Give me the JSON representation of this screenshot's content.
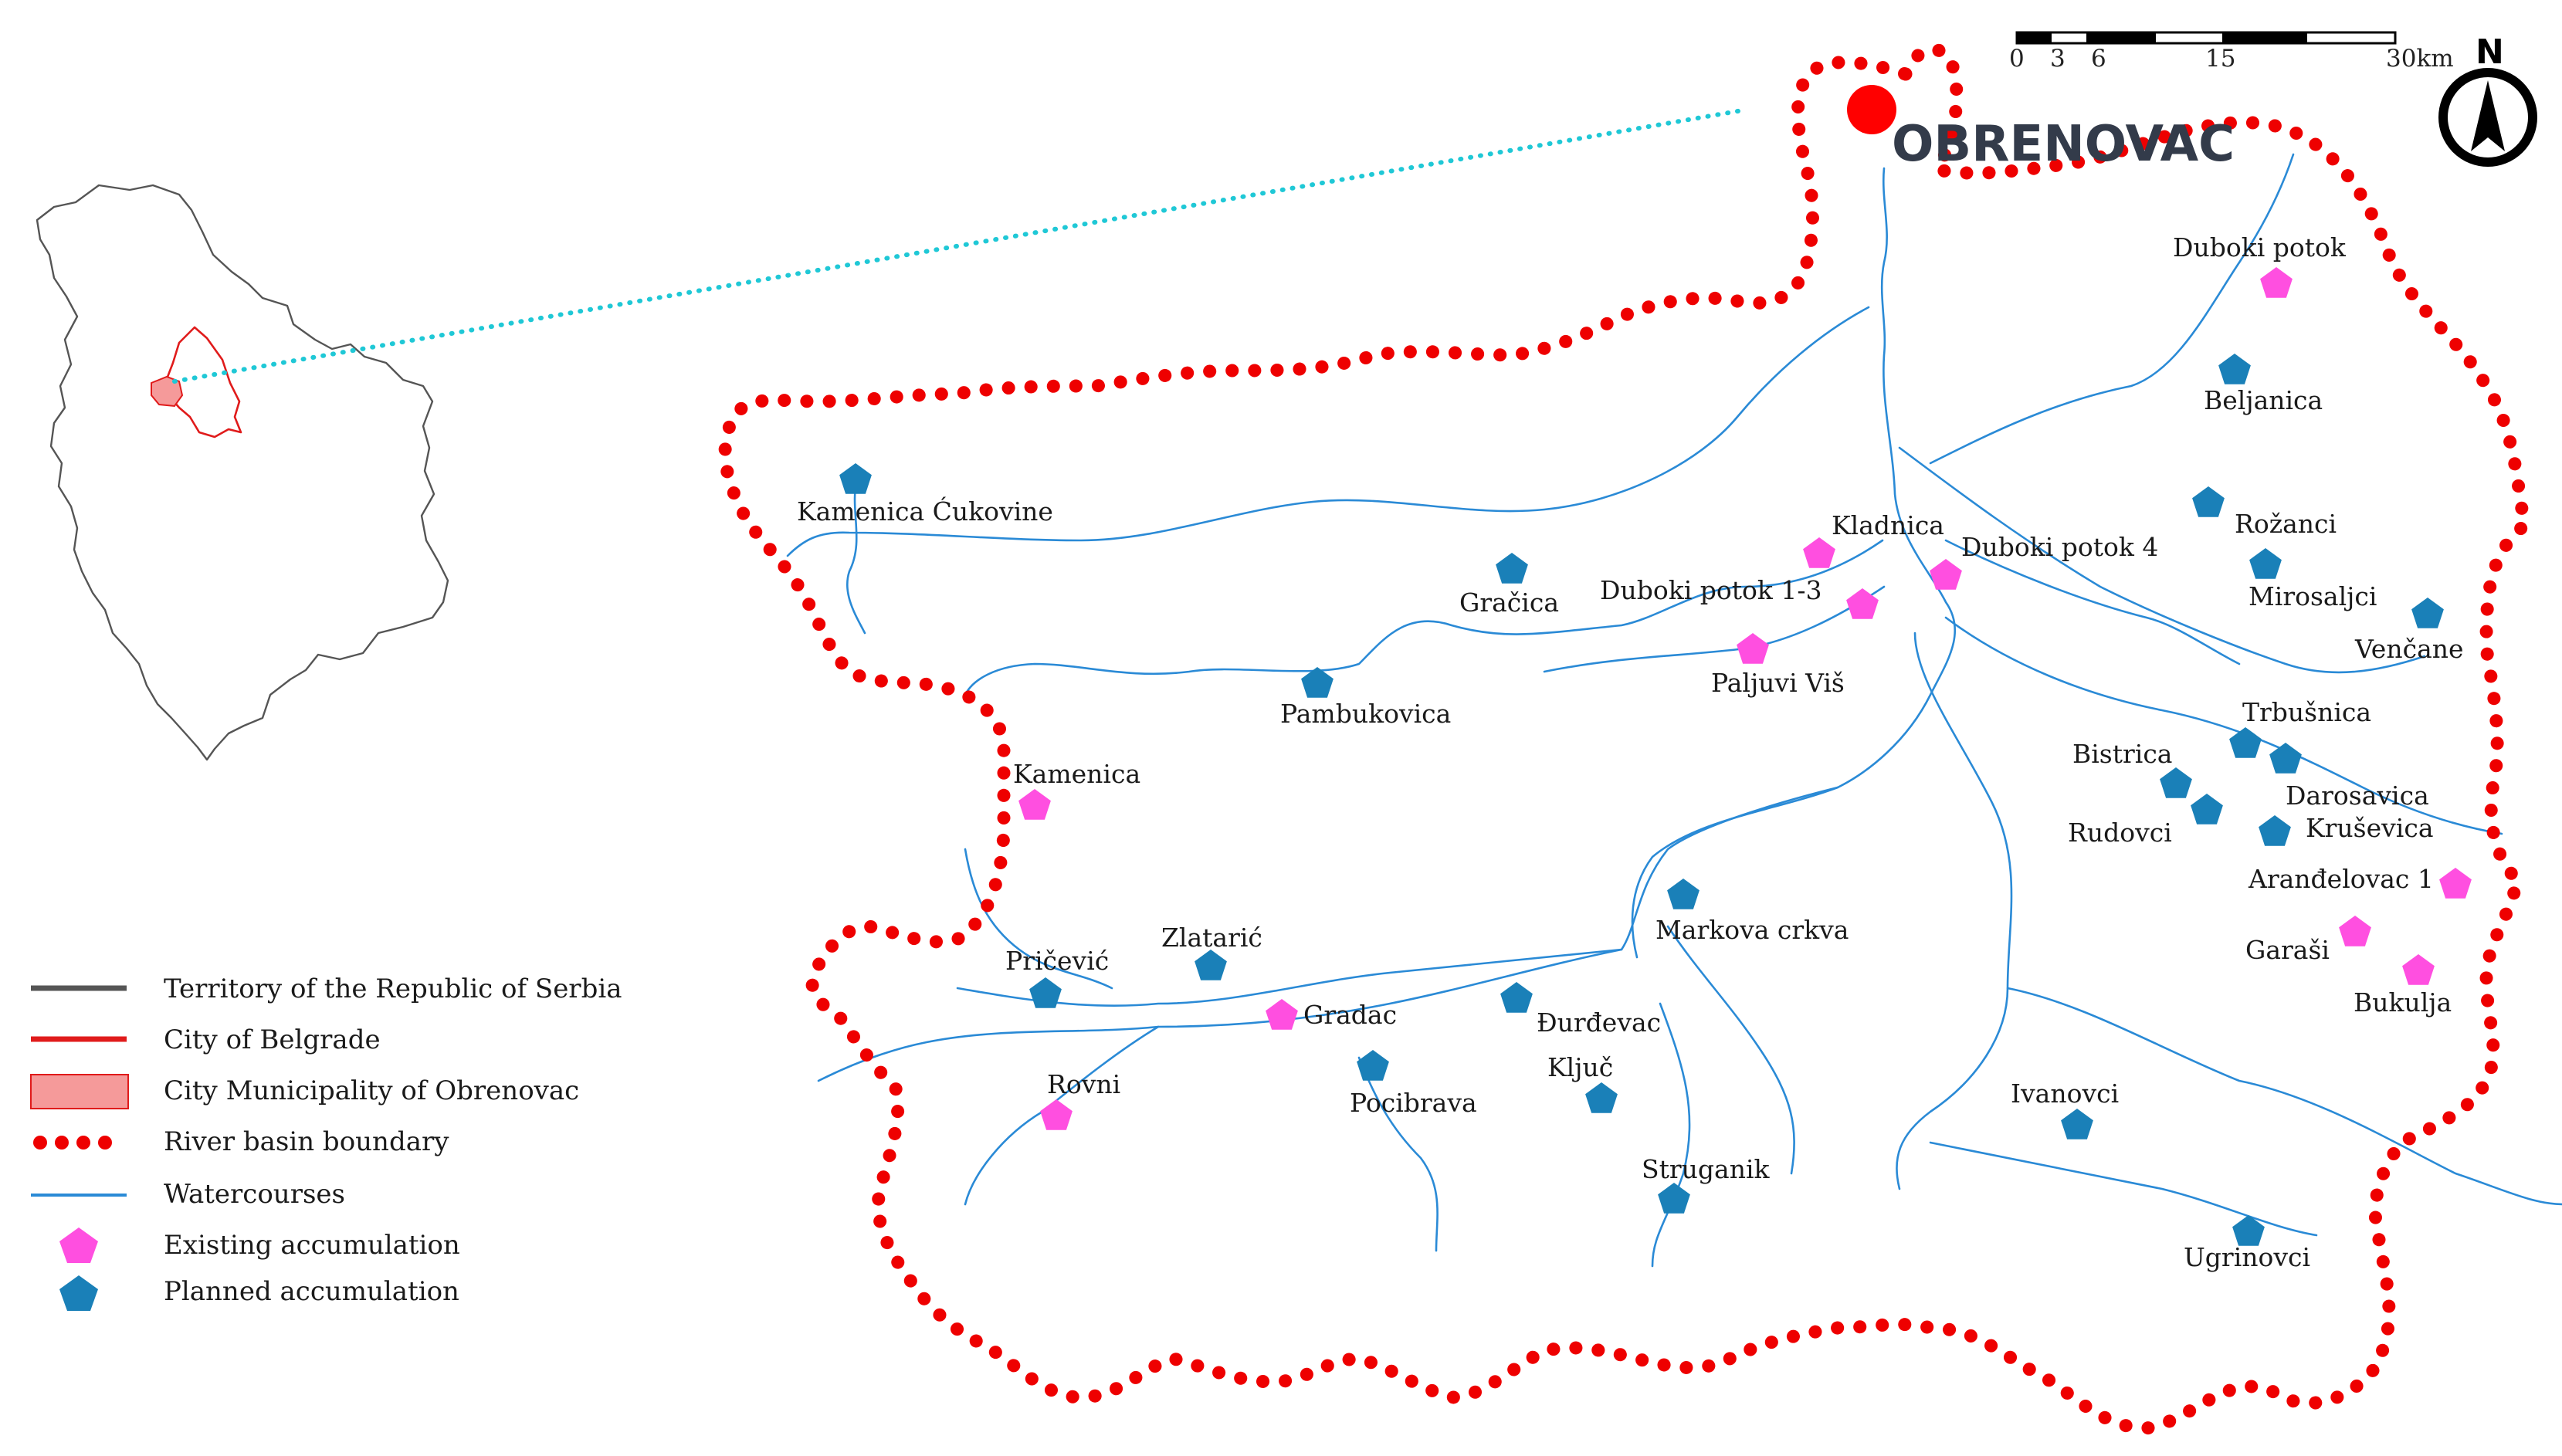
{
  "title": "OBRENOVAC",
  "scale_bar": {
    "ticks": [
      "0",
      "3",
      "6",
      "15",
      "30km"
    ]
  },
  "north_arrow": {
    "label": "N"
  },
  "colors": {
    "existing": "#ff4fe0",
    "planned": "#1a80b8",
    "boundary": "#ee0000",
    "watercourse": "#2a8ad6",
    "serbia": "#555555",
    "belgrade": "#e01b1b",
    "municipality_fill": "#f59a9a",
    "leader_line": "#1fc8d6"
  },
  "legend": [
    {
      "label": "Territory of the Republic of Serbia",
      "symbol": "serbia-line"
    },
    {
      "label": "City of Belgrade",
      "symbol": "belgrade-line"
    },
    {
      "label": "City Municipality of Obrenovac",
      "symbol": "municipality-fill"
    },
    {
      "label": "River basin boundary",
      "symbol": "dotted-boundary"
    },
    {
      "label": "Watercourses",
      "symbol": "watercourse-line"
    },
    {
      "label": "Existing accumulation",
      "symbol": "pink-pentagon"
    },
    {
      "label": "Planned accumulation",
      "symbol": "blue-pentagon"
    }
  ],
  "existing_accumulations": [
    "Duboki potok",
    "Kladnica",
    "Duboki potok 4",
    "Duboki potok 1-3",
    "Paljuvi Viš",
    "Kamenica",
    "Gradac",
    "Rovni",
    "Aranđelovac 1",
    "Garaši",
    "Bukulja"
  ],
  "planned_accumulations": [
    "Kamenica Ćukovine",
    "Gračica",
    "Pambukovica",
    "Beljanica",
    "Rožanci",
    "Mirosaljci",
    "Venčane",
    "Trbušnica",
    "Bistrica",
    "Darosavica",
    "Kruševica",
    "Rudovci",
    "Markova crkva",
    "Zlatarić",
    "Pričević",
    "Đurđevac",
    "Ključ",
    "Pocibrava",
    "Struganik",
    "Ivanovci",
    "Ugrinovci"
  ]
}
